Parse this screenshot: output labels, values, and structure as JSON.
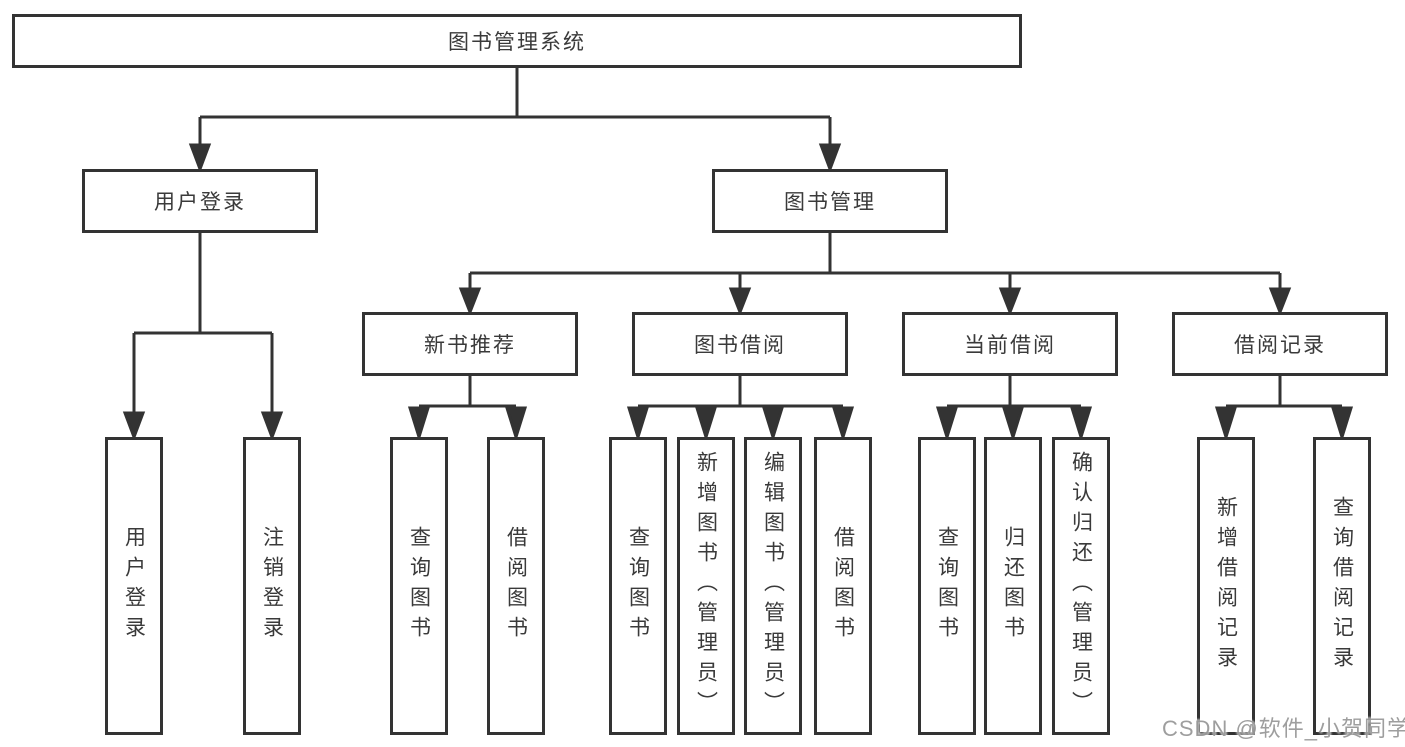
{
  "diagram": {
    "root": {
      "label": "图书管理系统"
    },
    "level2": [
      {
        "label": "用户登录"
      },
      {
        "label": "图书管理"
      }
    ],
    "level3": [
      {
        "label": "新书推荐",
        "parent": "图书管理"
      },
      {
        "label": "图书借阅",
        "parent": "图书管理"
      },
      {
        "label": "当前借阅",
        "parent": "图书管理"
      },
      {
        "label": "借阅记录",
        "parent": "图书管理"
      }
    ],
    "leaves": [
      {
        "label": "用户登录",
        "parent": "用户登录"
      },
      {
        "label": "注销登录",
        "parent": "用户登录"
      },
      {
        "label": "查询图书",
        "parent": "新书推荐"
      },
      {
        "label": "借阅图书",
        "parent": "新书推荐"
      },
      {
        "label": "查询图书",
        "parent": "图书借阅"
      },
      {
        "label": "新增图书（管理员）",
        "parent": "图书借阅"
      },
      {
        "label": "编辑图书（管理员）",
        "parent": "图书借阅"
      },
      {
        "label": "借阅图书",
        "parent": "图书借阅"
      },
      {
        "label": "查询图书",
        "parent": "当前借阅"
      },
      {
        "label": "归还图书",
        "parent": "当前借阅"
      },
      {
        "label": "确认归还（管理员）",
        "parent": "当前借阅"
      },
      {
        "label": "新增借阅记录",
        "parent": "借阅记录"
      },
      {
        "label": "查询借阅记录",
        "parent": "借阅记录"
      }
    ]
  },
  "watermark": {
    "text": "CSDN @软件_小贺同学"
  },
  "colors": {
    "line": "#333333",
    "text": "#3a3a3a",
    "background": "#ffffff",
    "watermark": "#a6a6a6"
  }
}
